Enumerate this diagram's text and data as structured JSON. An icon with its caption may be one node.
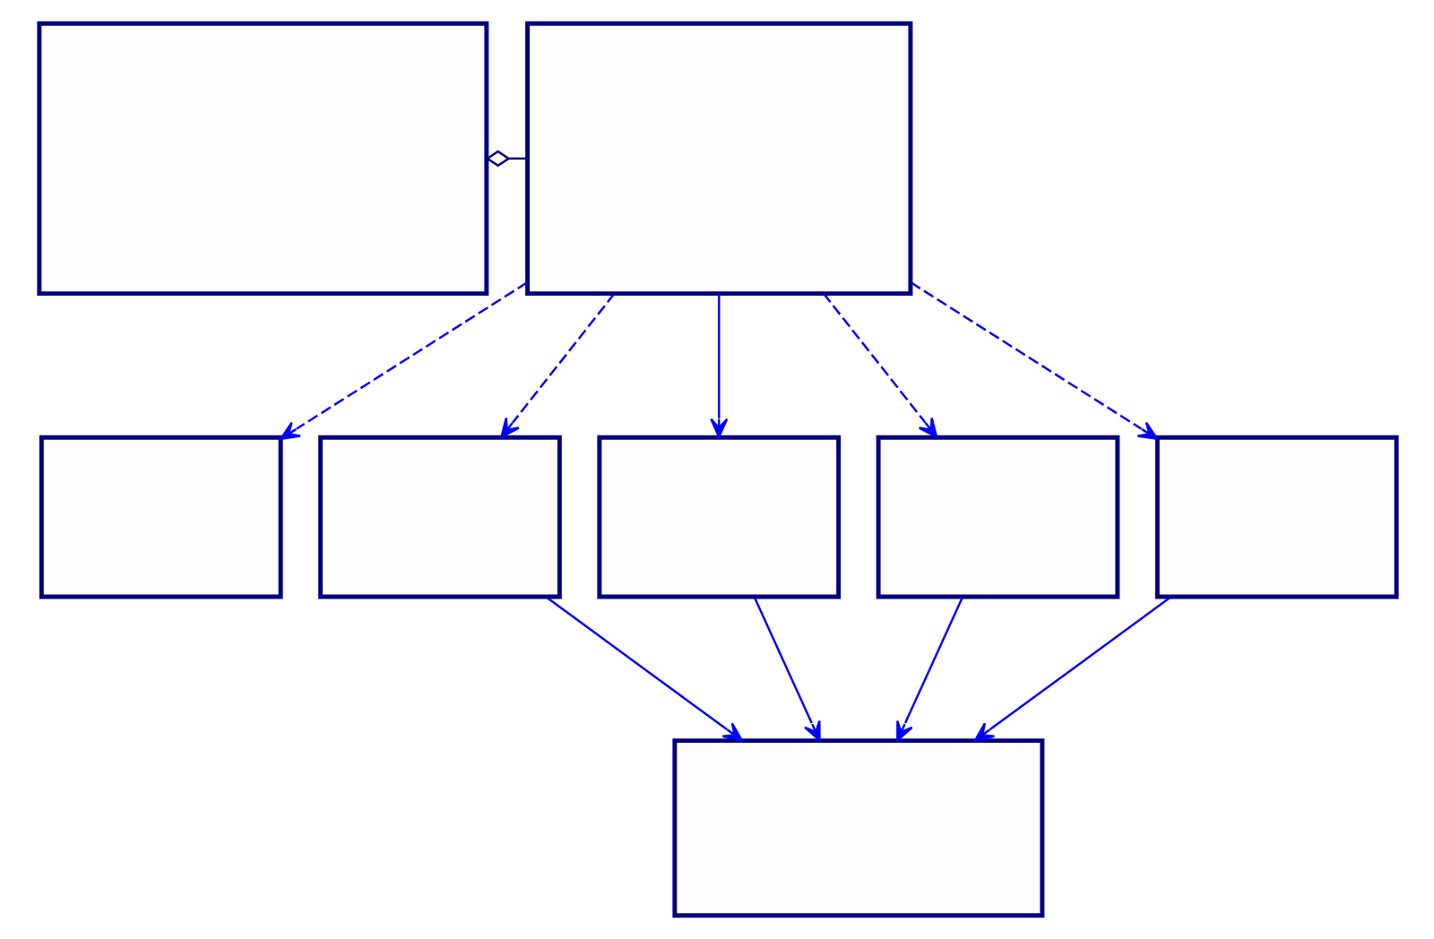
{
  "diagram": {
    "nodes": [
      {
        "text": [],
        "shape": "box"
      },
      {
        "text": [],
        "shape": "box"
      },
      {
        "text": [],
        "shape": "box"
      },
      {
        "text": [],
        "shape": "box"
      },
      {
        "text": [],
        "shape": "box"
      },
      {
        "text": [],
        "shape": "box"
      },
      {
        "text": [],
        "shape": "box"
      },
      {
        "text": [],
        "shape": "box"
      }
    ],
    "edges": [
      {
        "from": 1,
        "to": 0,
        "arrow": "other",
        "color": "#000080"
      },
      {
        "from": 1,
        "to": 2,
        "arrow": "to",
        "style": "dashed"
      },
      {
        "from": 1,
        "to": 3,
        "arrow": "to",
        "style": "dashed"
      },
      {
        "from": 1,
        "to": 4,
        "arrow": "to"
      },
      {
        "from": 1,
        "to": 5,
        "arrow": "to",
        "style": "dashed"
      },
      {
        "from": 1,
        "to": 6,
        "arrow": "to",
        "style": "dashed"
      },
      {
        "from": 3,
        "to": 7,
        "arrow": "to"
      },
      {
        "from": 4,
        "to": 7,
        "arrow": "to"
      },
      {
        "from": 5,
        "to": 7,
        "arrow": "to"
      },
      {
        "from": 6,
        "to": 7,
        "arrow": "to"
      }
    ]
  }
}
